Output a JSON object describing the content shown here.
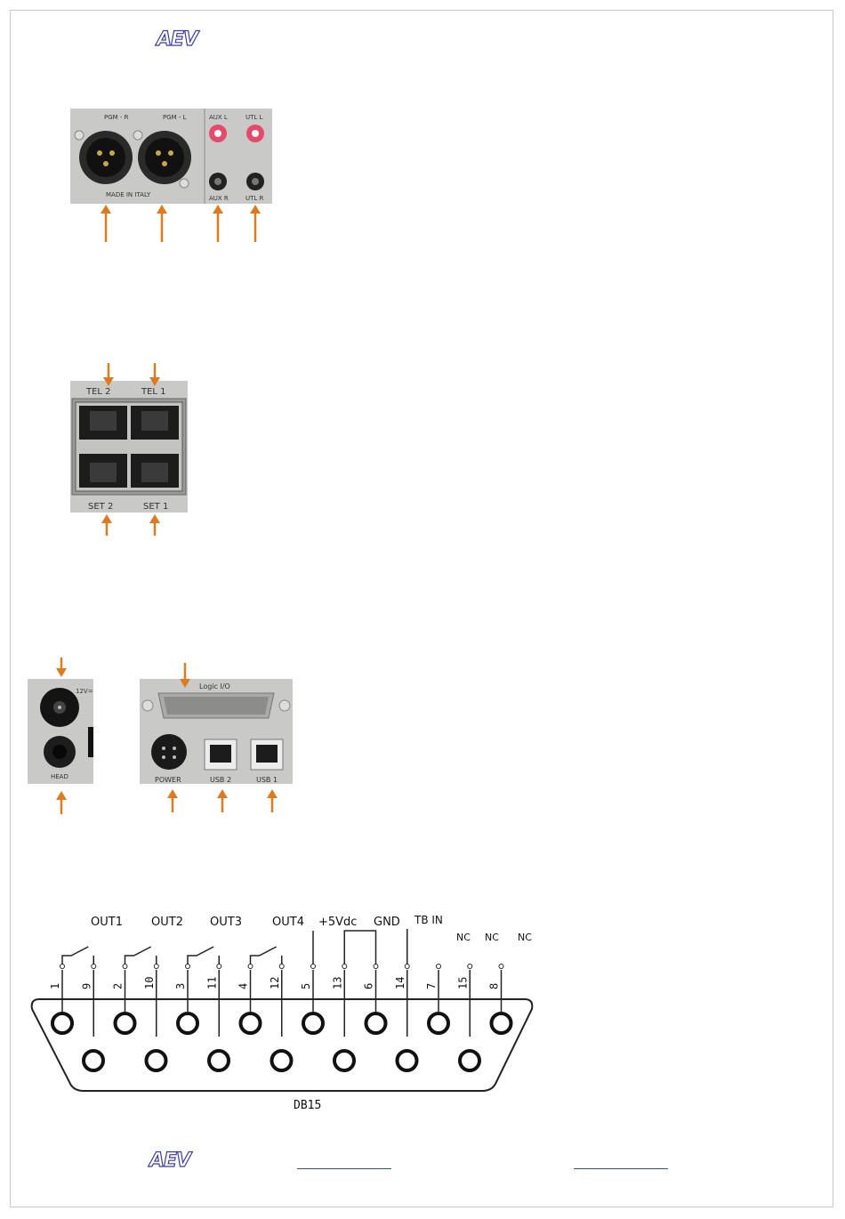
{
  "logo": {
    "text": "AEV"
  },
  "panel_audio": {
    "labels": [
      "PGM - R",
      "PGM - L",
      "AUX L",
      "UTL L",
      "AUX R",
      "UTL R"
    ],
    "made_in": "MADE IN ITALY"
  },
  "panel_tel": {
    "labels": [
      "TEL 2",
      "TEL 1",
      "SET 2",
      "SET 1"
    ]
  },
  "panel_power_head": {
    "voltage": "12V=",
    "head": "HEAD"
  },
  "panel_usb": {
    "logic": "Logic I/O",
    "power": "POWER",
    "usb2": "USB 2",
    "usb1": "USB 1"
  },
  "db15": {
    "name": "DB15",
    "groups": [
      "OUT1",
      "OUT2",
      "OUT3",
      "OUT4",
      "+5Vdc",
      "GND",
      "TB IN",
      "NC",
      "NC",
      "NC"
    ],
    "pins": [
      "1",
      "9",
      "2",
      "10",
      "3",
      "11",
      "4",
      "12",
      "5",
      "13",
      "6",
      "14",
      "7",
      "15",
      "8"
    ]
  },
  "colors": {
    "arrow": "#e07a1f",
    "logo": "#3a3aa8",
    "link": "#2d4f9e"
  }
}
